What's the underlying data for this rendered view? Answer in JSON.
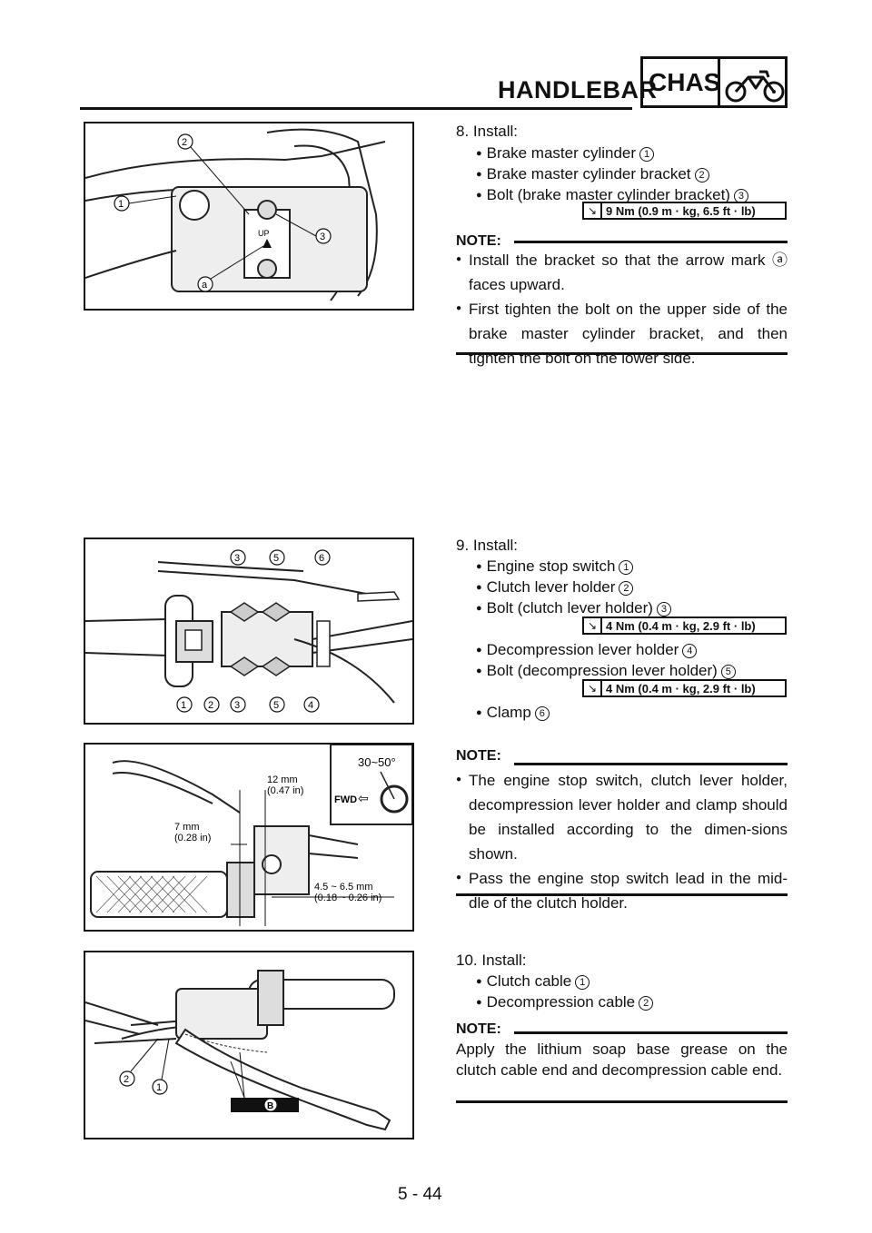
{
  "header": {
    "section_title": "HANDLEBAR",
    "section_code": "CHAS",
    "section_icon": "motorcycle-icon"
  },
  "figure1": {
    "callouts": [
      "2",
      "1",
      "3",
      "a"
    ],
    "marking": "UP"
  },
  "step8": {
    "label": "8. Install:",
    "items": [
      {
        "text": "Brake master cylinder",
        "ref": "1"
      },
      {
        "text": "Brake master cylinder bracket",
        "ref": "2"
      },
      {
        "text": "Bolt (brake master cylinder bracket)",
        "ref": "3"
      }
    ],
    "torque": "9 Nm (0.9 m · kg, 6.5 ft · lb)",
    "note_label": "NOTE:",
    "notes": [
      "Install the bracket so that the arrow mark ⓐ faces upward.",
      "First tighten the bolt on the upper side of the brake master cylinder bracket, and then tighten the bolt on the lower side."
    ]
  },
  "figure2": {
    "callouts_top": [
      "3",
      "5",
      "6"
    ],
    "callouts_bottom": [
      "1",
      "2",
      "3",
      "5",
      "4"
    ]
  },
  "step9": {
    "label": "9. Install:",
    "items": [
      {
        "text": "Engine stop switch",
        "ref": "1"
      },
      {
        "text": "Clutch lever holder",
        "ref": "2"
      },
      {
        "text": "Bolt (clutch lever holder)",
        "ref": "3"
      }
    ],
    "torque1": "4 Nm (0.4 m · kg, 2.9 ft · lb)",
    "items2": [
      {
        "text": "Decompression lever holder",
        "ref": "4"
      },
      {
        "text": "Bolt (decompression lever holder)",
        "ref": "5"
      }
    ],
    "torque2": "4 Nm (0.4 m · kg, 2.9 ft · lb)",
    "items3": [
      {
        "text": "Clamp",
        "ref": "6"
      }
    ],
    "note_label": "NOTE:",
    "notes": [
      "The engine stop switch, clutch lever holder, decompression lever holder and clamp should be installed according to the dimen-sions shown.",
      "Pass the engine stop switch lead in the mid-dle of the clutch holder."
    ]
  },
  "figure3": {
    "dim1": "12 mm",
    "dim1_in": "(0.47 in)",
    "dim2": "7 mm",
    "dim2_in": "(0.28 in)",
    "dim3": "4.5 ~ 6.5 mm",
    "dim3_in": "(0.18 ~ 0.26 in)",
    "angle": "30~50°",
    "fwd": "FWD"
  },
  "figure4": {
    "callouts": [
      "2",
      "1"
    ],
    "grease_mark": "B"
  },
  "step10": {
    "label": "10. Install:",
    "items": [
      {
        "text": "Clutch cable",
        "ref": "1"
      },
      {
        "text": "Decompression cable",
        "ref": "2"
      }
    ],
    "note_label": "NOTE:",
    "note": "Apply the lithium soap base grease on the clutch cable end and decompression cable end."
  },
  "footer": {
    "page_number": "5 - 44"
  }
}
